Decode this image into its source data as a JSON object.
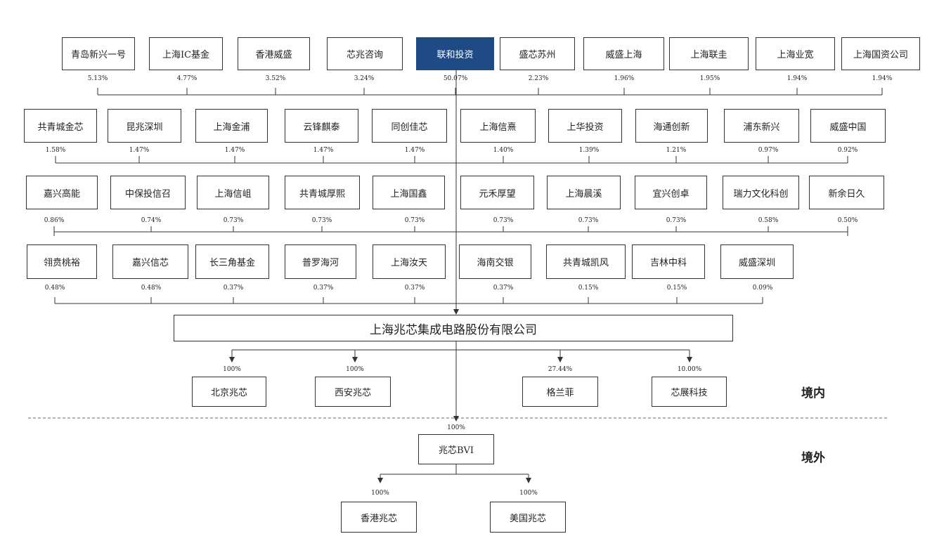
{
  "shareholders": [
    [
      {
        "name": "青岛新兴一号",
        "pct": "5.13%"
      },
      {
        "name": "上海IC基金",
        "pct": "4.77%"
      },
      {
        "name": "香港威盛",
        "pct": "3.52%"
      },
      {
        "name": "芯兆咨询",
        "pct": "3.24%"
      },
      {
        "name": "联和投资",
        "pct": "50.07%"
      },
      {
        "name": "盛芯苏州",
        "pct": "2.23%"
      },
      {
        "name": "威盛上海",
        "pct": "1.96%"
      },
      {
        "name": "上海联圭",
        "pct": "1.95%"
      },
      {
        "name": "上海业宽",
        "pct": "1.94%"
      },
      {
        "name": "上海国资公司",
        "pct": "1.94%"
      }
    ],
    [
      {
        "name": "共青城金芯",
        "pct": "1.58%"
      },
      {
        "name": "昆兆深圳",
        "pct": "1.47%"
      },
      {
        "name": "上海金浦",
        "pct": "1.47%"
      },
      {
        "name": "云锋麒泰",
        "pct": "1.47%"
      },
      {
        "name": "同创佳芯",
        "pct": "1.47%"
      },
      {
        "name": "上海信熹",
        "pct": "1.40%"
      },
      {
        "name": "上华投资",
        "pct": "1.39%"
      },
      {
        "name": "海通创新",
        "pct": "1.21%"
      },
      {
        "name": "浦东新兴",
        "pct": "0.97%"
      },
      {
        "name": "威盛中国",
        "pct": "0.92%"
      }
    ],
    [
      {
        "name": "嘉兴高能",
        "pct": "0.86%"
      },
      {
        "name": "中保投信召",
        "pct": "0.74%"
      },
      {
        "name": "上海信岨",
        "pct": "0.73%"
      },
      {
        "name": "共青城厚熙",
        "pct": "0.73%"
      },
      {
        "name": "上海国鑫",
        "pct": "0.73%"
      },
      {
        "name": "元禾厚望",
        "pct": "0.73%"
      },
      {
        "name": "上海晨溪",
        "pct": "0.73%"
      },
      {
        "name": "宜兴创卓",
        "pct": "0.73%"
      },
      {
        "name": "瑞力文化科创",
        "pct": "0.58%"
      },
      {
        "name": "新余日久",
        "pct": "0.50%"
      }
    ],
    [
      {
        "name": "翎贲桃裕",
        "pct": "0.48%"
      },
      {
        "name": "嘉兴信芯",
        "pct": "0.48%"
      },
      {
        "name": "长三角基金",
        "pct": "0.37%"
      },
      {
        "name": "普罗海河",
        "pct": "0.37%"
      },
      {
        "name": "上海汝天",
        "pct": "0.37%"
      },
      {
        "name": "海南交银",
        "pct": "0.37%"
      },
      {
        "name": "共青城凯风",
        "pct": "0.15%"
      },
      {
        "name": "吉林中科",
        "pct": "0.15%"
      },
      {
        "name": "威盛深圳",
        "pct": "0.09%"
      }
    ]
  ],
  "company": "上海兆芯集成电路股份有限公司",
  "domestic": [
    {
      "name": "北京兆芯",
      "pct": "100%"
    },
    {
      "name": "西安兆芯",
      "pct": "100%"
    },
    {
      "name": "格兰菲",
      "pct": "27.44%"
    },
    {
      "name": "芯展科技",
      "pct": "10.00%"
    }
  ],
  "bvi": {
    "name": "兆芯BVI",
    "pct": "100%"
  },
  "overseas": [
    {
      "name": "香港兆芯",
      "pct": "100%"
    },
    {
      "name": "美国兆芯",
      "pct": "100%"
    }
  ],
  "regions": {
    "domestic": "境内",
    "overseas": "境外"
  },
  "colors": {
    "highlight": "#1e4a86",
    "line": "#333333"
  }
}
